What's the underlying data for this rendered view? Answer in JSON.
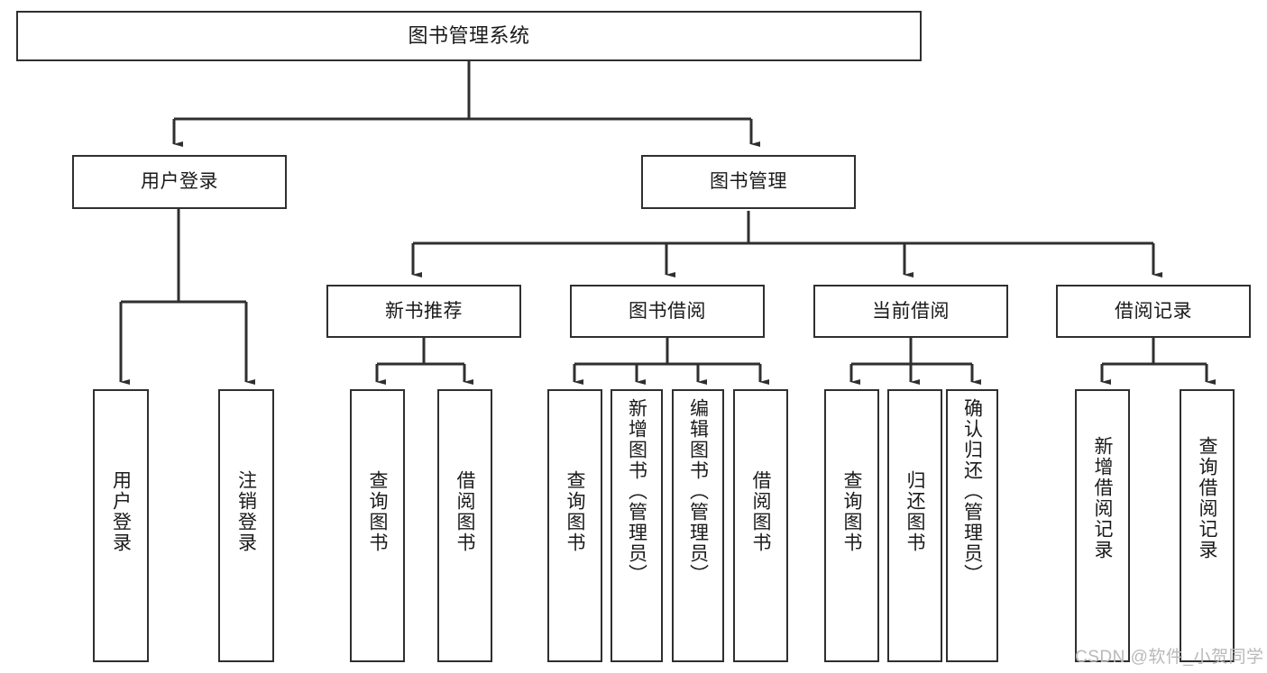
{
  "diagram": {
    "type": "tree-hierarchy",
    "title": "图书管理系统",
    "root": {
      "label": "图书管理系统"
    },
    "level2": [
      {
        "label": "用户登录"
      },
      {
        "label": "图书管理"
      }
    ],
    "level3": [
      {
        "label": "新书推荐"
      },
      {
        "label": "图书借阅"
      },
      {
        "label": "当前借阅"
      },
      {
        "label": "借阅记录"
      }
    ],
    "leaves": {
      "user_login": [
        {
          "label": "用户登录"
        },
        {
          "label": "注销登录"
        }
      ],
      "new_book_recommend": [
        {
          "label": "查询图书"
        },
        {
          "label": "借阅图书"
        }
      ],
      "book_borrow": [
        {
          "label": "查询图书"
        },
        {
          "label": "新增图书（管理员）"
        },
        {
          "label": "编辑图书（管理员）"
        },
        {
          "label": "借阅图书"
        }
      ],
      "current_borrow": [
        {
          "label": "查询图书"
        },
        {
          "label": "归还图书"
        },
        {
          "label": "确认归还（管理员）"
        }
      ],
      "borrow_record": [
        {
          "label": "新增借阅记录"
        },
        {
          "label": "查询借阅记录"
        }
      ]
    }
  },
  "watermark": {
    "text": "CSDN @软件_小贺同学"
  },
  "colors": {
    "stroke": "#2f2f2f",
    "background": "#ffffff",
    "text": "#1a1a1a",
    "watermark": "#b9b9b9"
  }
}
